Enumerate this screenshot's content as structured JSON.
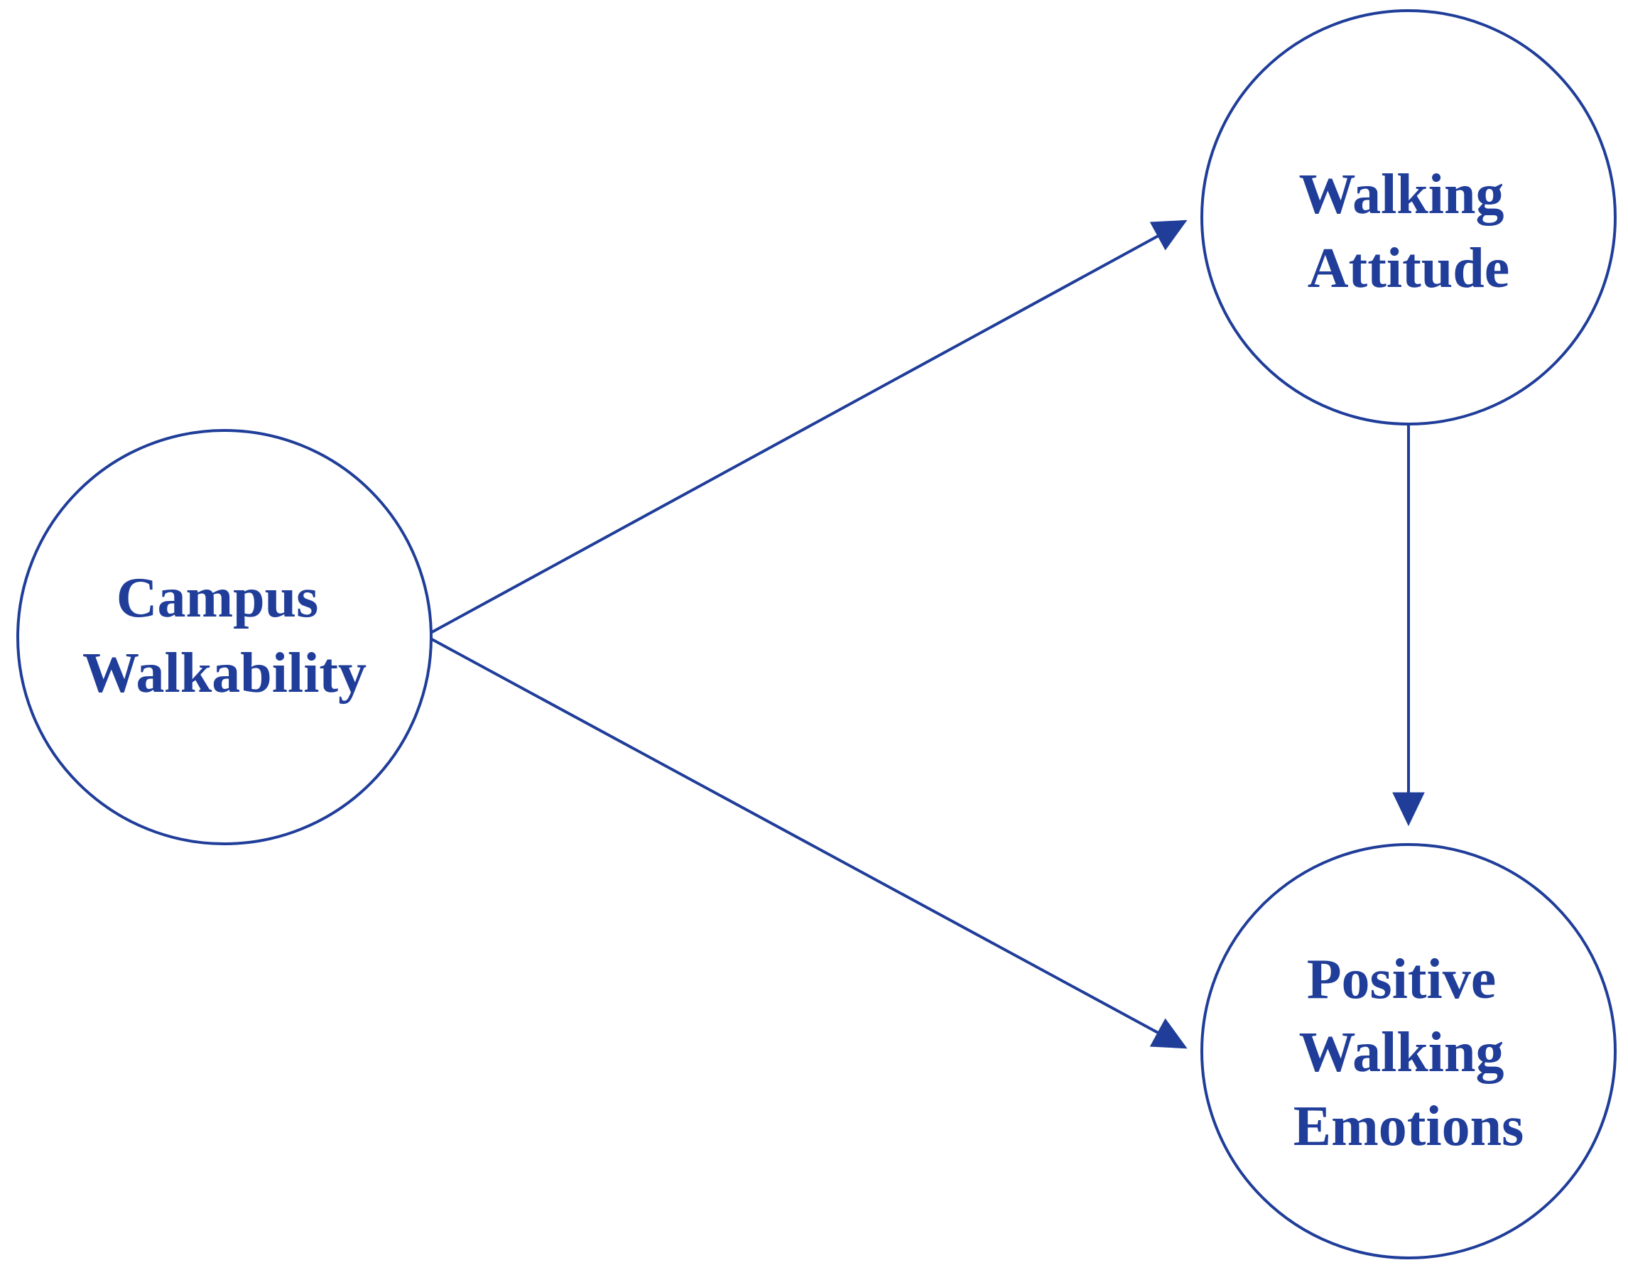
{
  "colors": {
    "primary": "#1f3d99",
    "background": "#ffffff"
  },
  "nodes": {
    "campus_walkability": {
      "lines": [
        "Campus",
        "Walkability"
      ]
    },
    "walking_attitude": {
      "lines": [
        "Walking",
        "Attitude"
      ]
    },
    "positive_walking_emotions": {
      "lines": [
        "Positive",
        "Walking",
        "Emotions"
      ]
    }
  },
  "edges": [
    {
      "from": "Campus Walkability",
      "to": "Walking Attitude"
    },
    {
      "from": "Campus Walkability",
      "to": "Positive Walking Emotions"
    },
    {
      "from": "Walking Attitude",
      "to": "Positive Walking Emotions"
    }
  ]
}
